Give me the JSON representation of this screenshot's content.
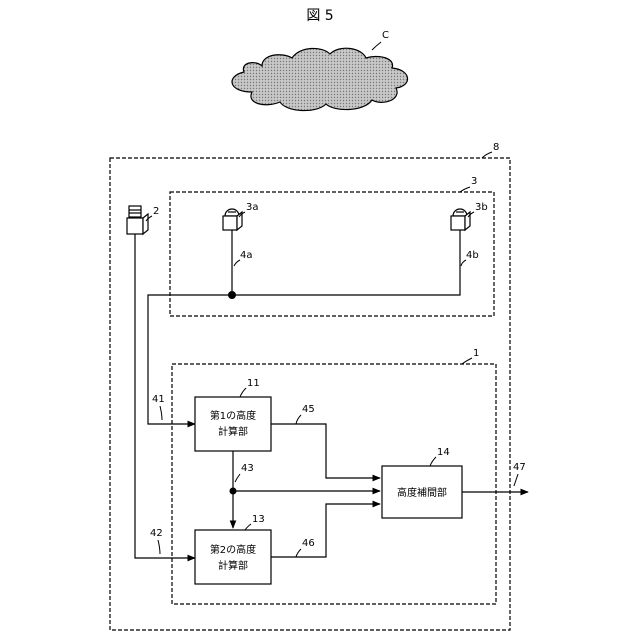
{
  "figure": {
    "title": "図 5"
  },
  "labels": {
    "cloud": "C",
    "outer": "8",
    "sensor_group": "3",
    "sensor_a": "3a",
    "sensor_b": "3b",
    "sensor_2": "2",
    "line_4a": "4a",
    "line_4b": "4b",
    "unit": "1",
    "line_41": "41",
    "line_42": "42",
    "line_43": "43",
    "line_45": "45",
    "line_46": "46",
    "line_47": "47",
    "calc1_ref": "11",
    "calc2_ref": "13",
    "interp_ref": "14"
  },
  "blocks": {
    "calc1_line1": "第1の高度",
    "calc1_line2": "計算部",
    "calc2_line1": "第2の高度",
    "calc2_line2": "計算部",
    "interp": "高度補間部"
  }
}
